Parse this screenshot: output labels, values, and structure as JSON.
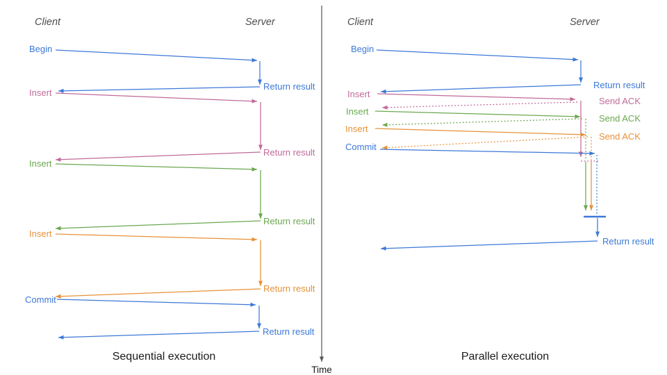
{
  "colors": {
    "blue": "#3c78d8",
    "pink": "#c06a99",
    "green": "#6aa84f",
    "orange": "#e69138",
    "axis": "#595959"
  },
  "time_axis": {
    "label": "Time"
  },
  "sequential": {
    "caption": "Sequential execution",
    "client_header": "Client",
    "server_header": "Server",
    "ops": [
      {
        "label": "Begin",
        "return_label": "Return result"
      },
      {
        "label": "Insert",
        "return_label": "Return result"
      },
      {
        "label": "Insert",
        "return_label": "Return result"
      },
      {
        "label": "Insert",
        "return_label": "Return result"
      },
      {
        "label": "Commit",
        "return_label": "Return result"
      }
    ]
  },
  "parallel": {
    "caption": "Parallel execution",
    "client_header": "Client",
    "server_header": "Server",
    "ops": [
      {
        "label": "Begin",
        "return_label": "Return result"
      },
      {
        "label": "Insert",
        "ack_label": "Send ACK"
      },
      {
        "label": "Insert",
        "ack_label": "Send ACK"
      },
      {
        "label": "Insert",
        "ack_label": "Send ACK"
      },
      {
        "label": "Commit",
        "return_label": "Return result"
      }
    ]
  }
}
